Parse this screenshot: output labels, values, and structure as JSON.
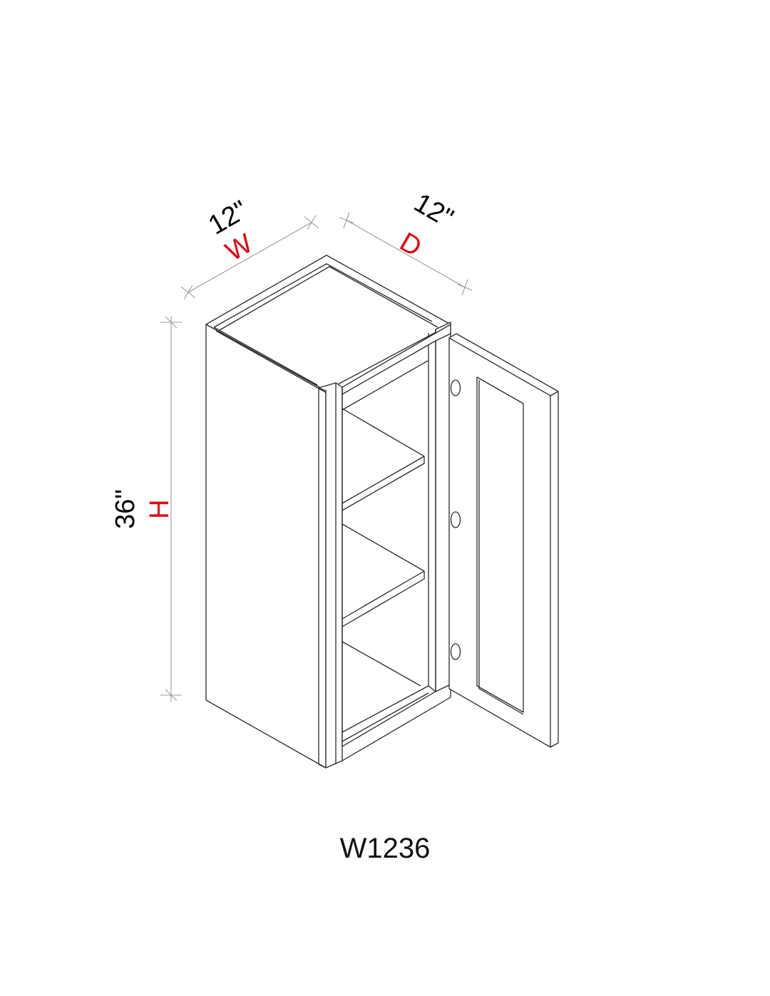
{
  "diagram": {
    "title": "Wall cabinet isometric drawing",
    "model_number": "W1236",
    "colors": {
      "line": "#2a2a2a",
      "dimension_line": "#9a9a9a",
      "dimension_value": "#000000",
      "dimension_key": "#e30613"
    },
    "dimensions": {
      "width": {
        "key": "W",
        "value": "12\""
      },
      "depth": {
        "key": "D",
        "value": "12\""
      },
      "height": {
        "key": "H",
        "value": "36\""
      }
    },
    "components": {
      "shelves": 2,
      "doors": 1,
      "hinges": 3,
      "door_style": "shaker panel"
    }
  }
}
